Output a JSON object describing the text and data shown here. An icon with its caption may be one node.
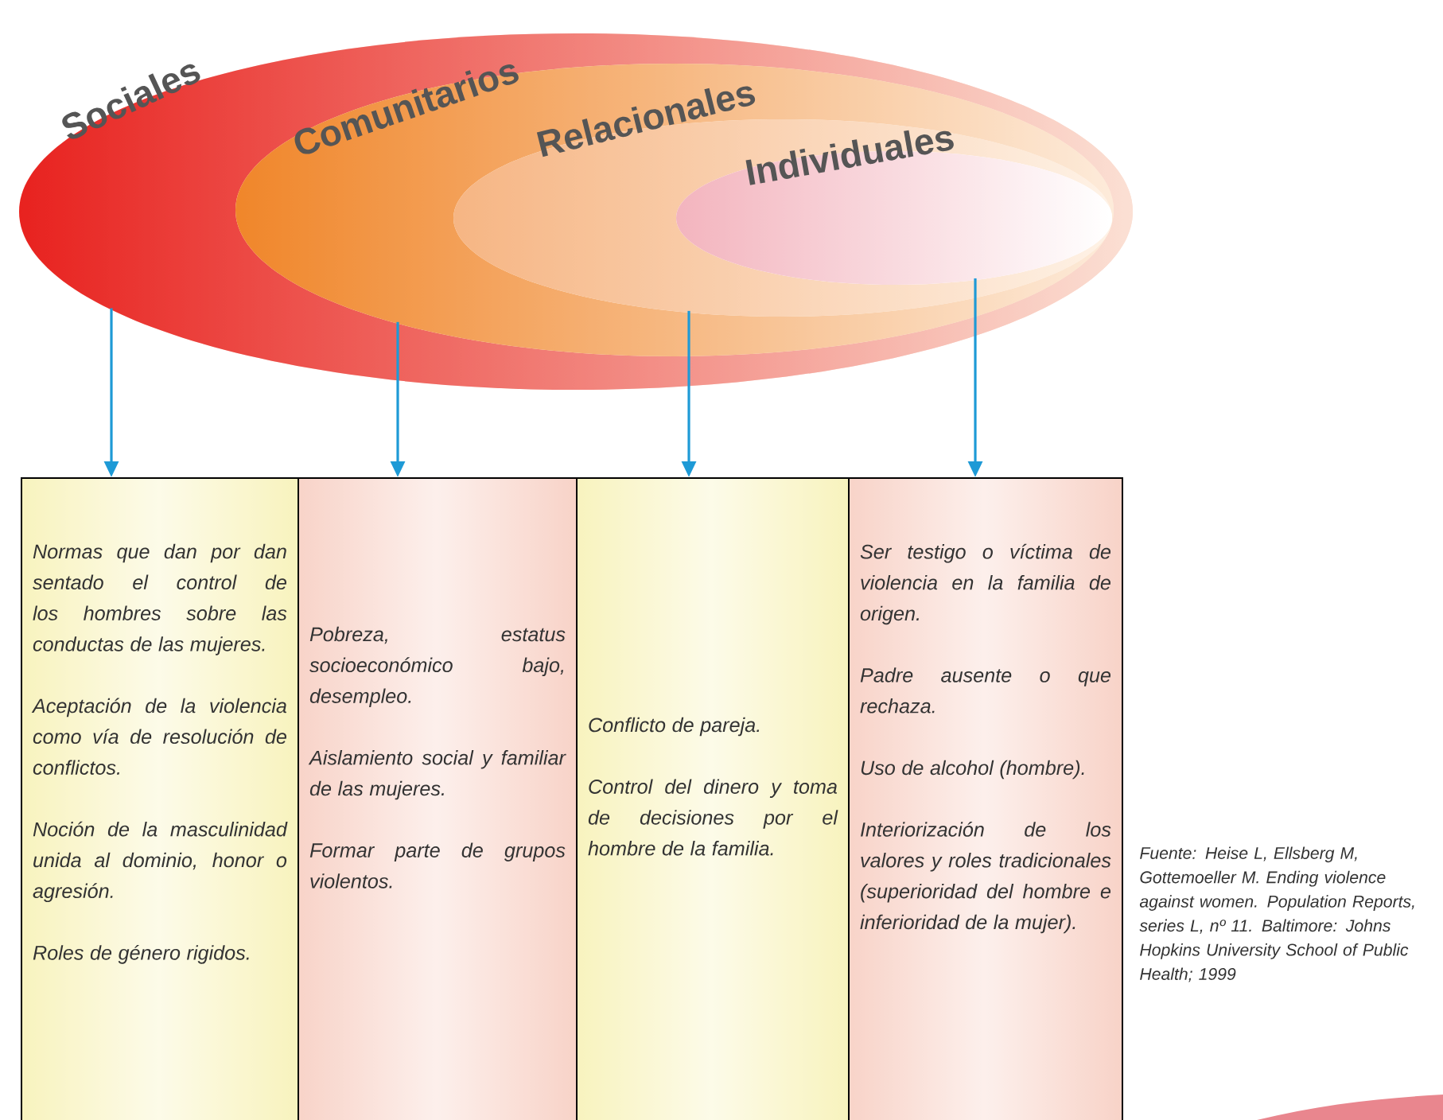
{
  "diagram": {
    "nodes": [
      {
        "text": [
          "Sociales"
        ]
      },
      {
        "text": [
          "Comunitarios"
        ],
        "in": 0
      },
      {
        "text": [
          "Relacionales"
        ],
        "in": 1
      },
      {
        "text": [
          "Individuales"
        ],
        "in": 2
      },
      {
        "text": [
          "Normas que dan por dan sentado el control de los hombres sobre las conductas de las mujeres.",
          "Aceptación de la violencia como vía de resolución de conflictos.",
          "Noción de la masculinidad unida al dominio, honor o agresión.",
          "Roles de género rigidos."
        ]
      },
      {
        "text": [
          "Pobreza, estatus socioeconómico bajo, desempleo.",
          "Aislamiento social y familiar de las mujeres.",
          "Formar parte de grupos violentos."
        ]
      },
      {
        "text": [
          "Conflicto de pareja.",
          "Control del dinero y toma de decisiones por el hombre de la familia."
        ]
      },
      {
        "text": [
          "Ser testigo o víctima de violencia en la familia de origen.",
          "Padre ausente o que rechaza.",
          "Uso de alcohol (hombre).",
          "Interiorización de los valores y roles tradicionales (superioridad del hombre e inferioridad de la mujer)."
        ]
      }
    ],
    "edges": [
      {
        "from": 0,
        "to": 4,
        "arrow": "to"
      },
      {
        "from": 1,
        "to": 5,
        "arrow": "to"
      },
      {
        "from": 2,
        "to": 6,
        "arrow": "to"
      },
      {
        "from": 3,
        "to": 7,
        "arrow": "to"
      }
    ],
    "labels": [
      "Fuente: Heise L, Ellsberg M, Gottemoeller M. Ending violence against women. Population Reports, series L, nº 11. Baltimore: Johns Hopkins University School of Public Health; 1999"
    ]
  }
}
